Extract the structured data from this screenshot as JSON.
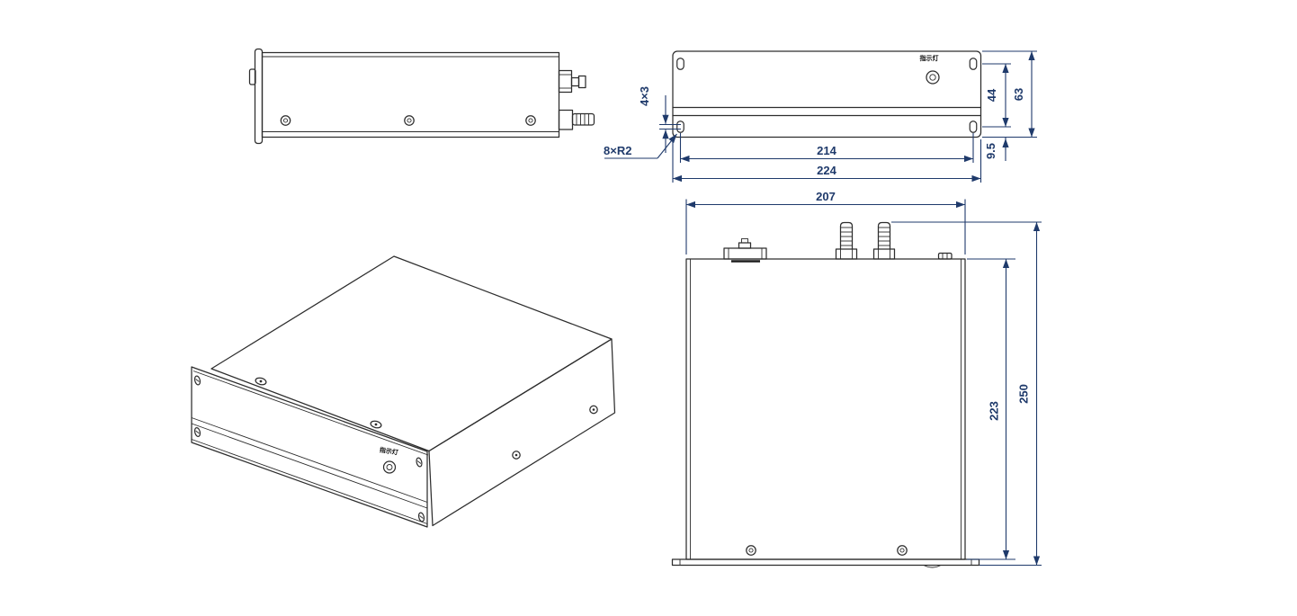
{
  "drawing": {
    "type": "engineering-orthographic-drawing",
    "colors": {
      "background": "#ffffff",
      "line": "#2d2d2d",
      "dimension": "#1f3a6b"
    },
    "views": {
      "front_view": {
        "indicator_label": "指示灯",
        "dimensions": {
          "slot_size": "4×3",
          "slot_radius_callout": "8×R2",
          "hole_spacing_horizontal": "214",
          "overall_width": "224",
          "hole_spacing_vertical": "44",
          "overall_height": "63",
          "hole_bottom_offset": "9.5"
        }
      },
      "top_view": {
        "dimensions": {
          "body_width": "207",
          "body_depth": "223",
          "overall_depth": "250"
        }
      },
      "isometric_view": {
        "indicator_label": "指示灯"
      }
    }
  }
}
